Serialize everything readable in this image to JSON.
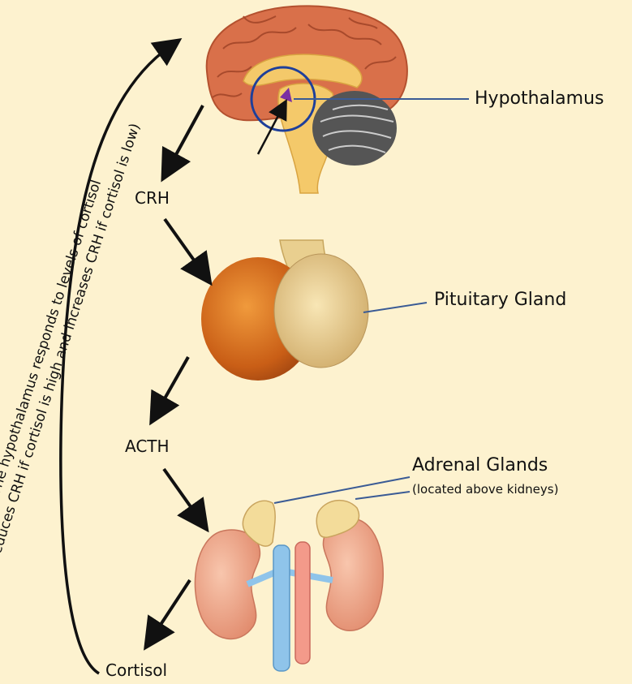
{
  "labels": {
    "hypothalamus": "Hypothalamus",
    "pituitary": "Pituitary Gland",
    "adrenal": "Adrenal Glands",
    "adrenal_note": "(located above kidneys)",
    "crh": "CRH",
    "acth": "ACTH",
    "cortisol": "Cortisol"
  },
  "feedback": {
    "line1": "The hypothalamus responds to levels of cortisol",
    "line2": "(reduces CRH if cortisol is high and increases CRH if cortisol is low)"
  },
  "colors": {
    "background": "#fdf2cf",
    "brain_cortex": "#d9704a",
    "brain_inner": "#f4c96a",
    "cerebellum": "#555555",
    "pituitary_anterior": "#d2691e",
    "pituitary_posterior": "#e9cf8f",
    "adrenal": "#f3dc9a",
    "kidney": "#f2a98c",
    "vein": "#8fc4ea",
    "artery": "#f39a8a",
    "pointer_line": "#3a5b95",
    "highlight_circle": "#1e3f9a",
    "hypothalamus_spot": "#7a2fa3",
    "arrow": "#111111"
  }
}
